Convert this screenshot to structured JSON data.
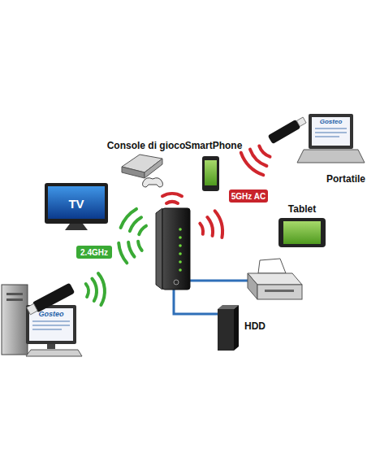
{
  "diagram": {
    "nodes": [
      {
        "text": [
          "Console di gioco"
        ]
      },
      {
        "text": [
          "SmartPhone"
        ]
      },
      {
        "text": [
          "5GHz AC"
        ]
      },
      {
        "text": [
          "Portatile"
        ]
      },
      {
        "text": [
          "Tablet"
        ]
      },
      {
        "text": [
          "TV"
        ]
      },
      {
        "text": [
          "2.4GHz"
        ]
      },
      {
        "text": [
          "HDD"
        ]
      }
    ],
    "labels": [
      "Gosteo",
      "Gosteo"
    ]
  }
}
